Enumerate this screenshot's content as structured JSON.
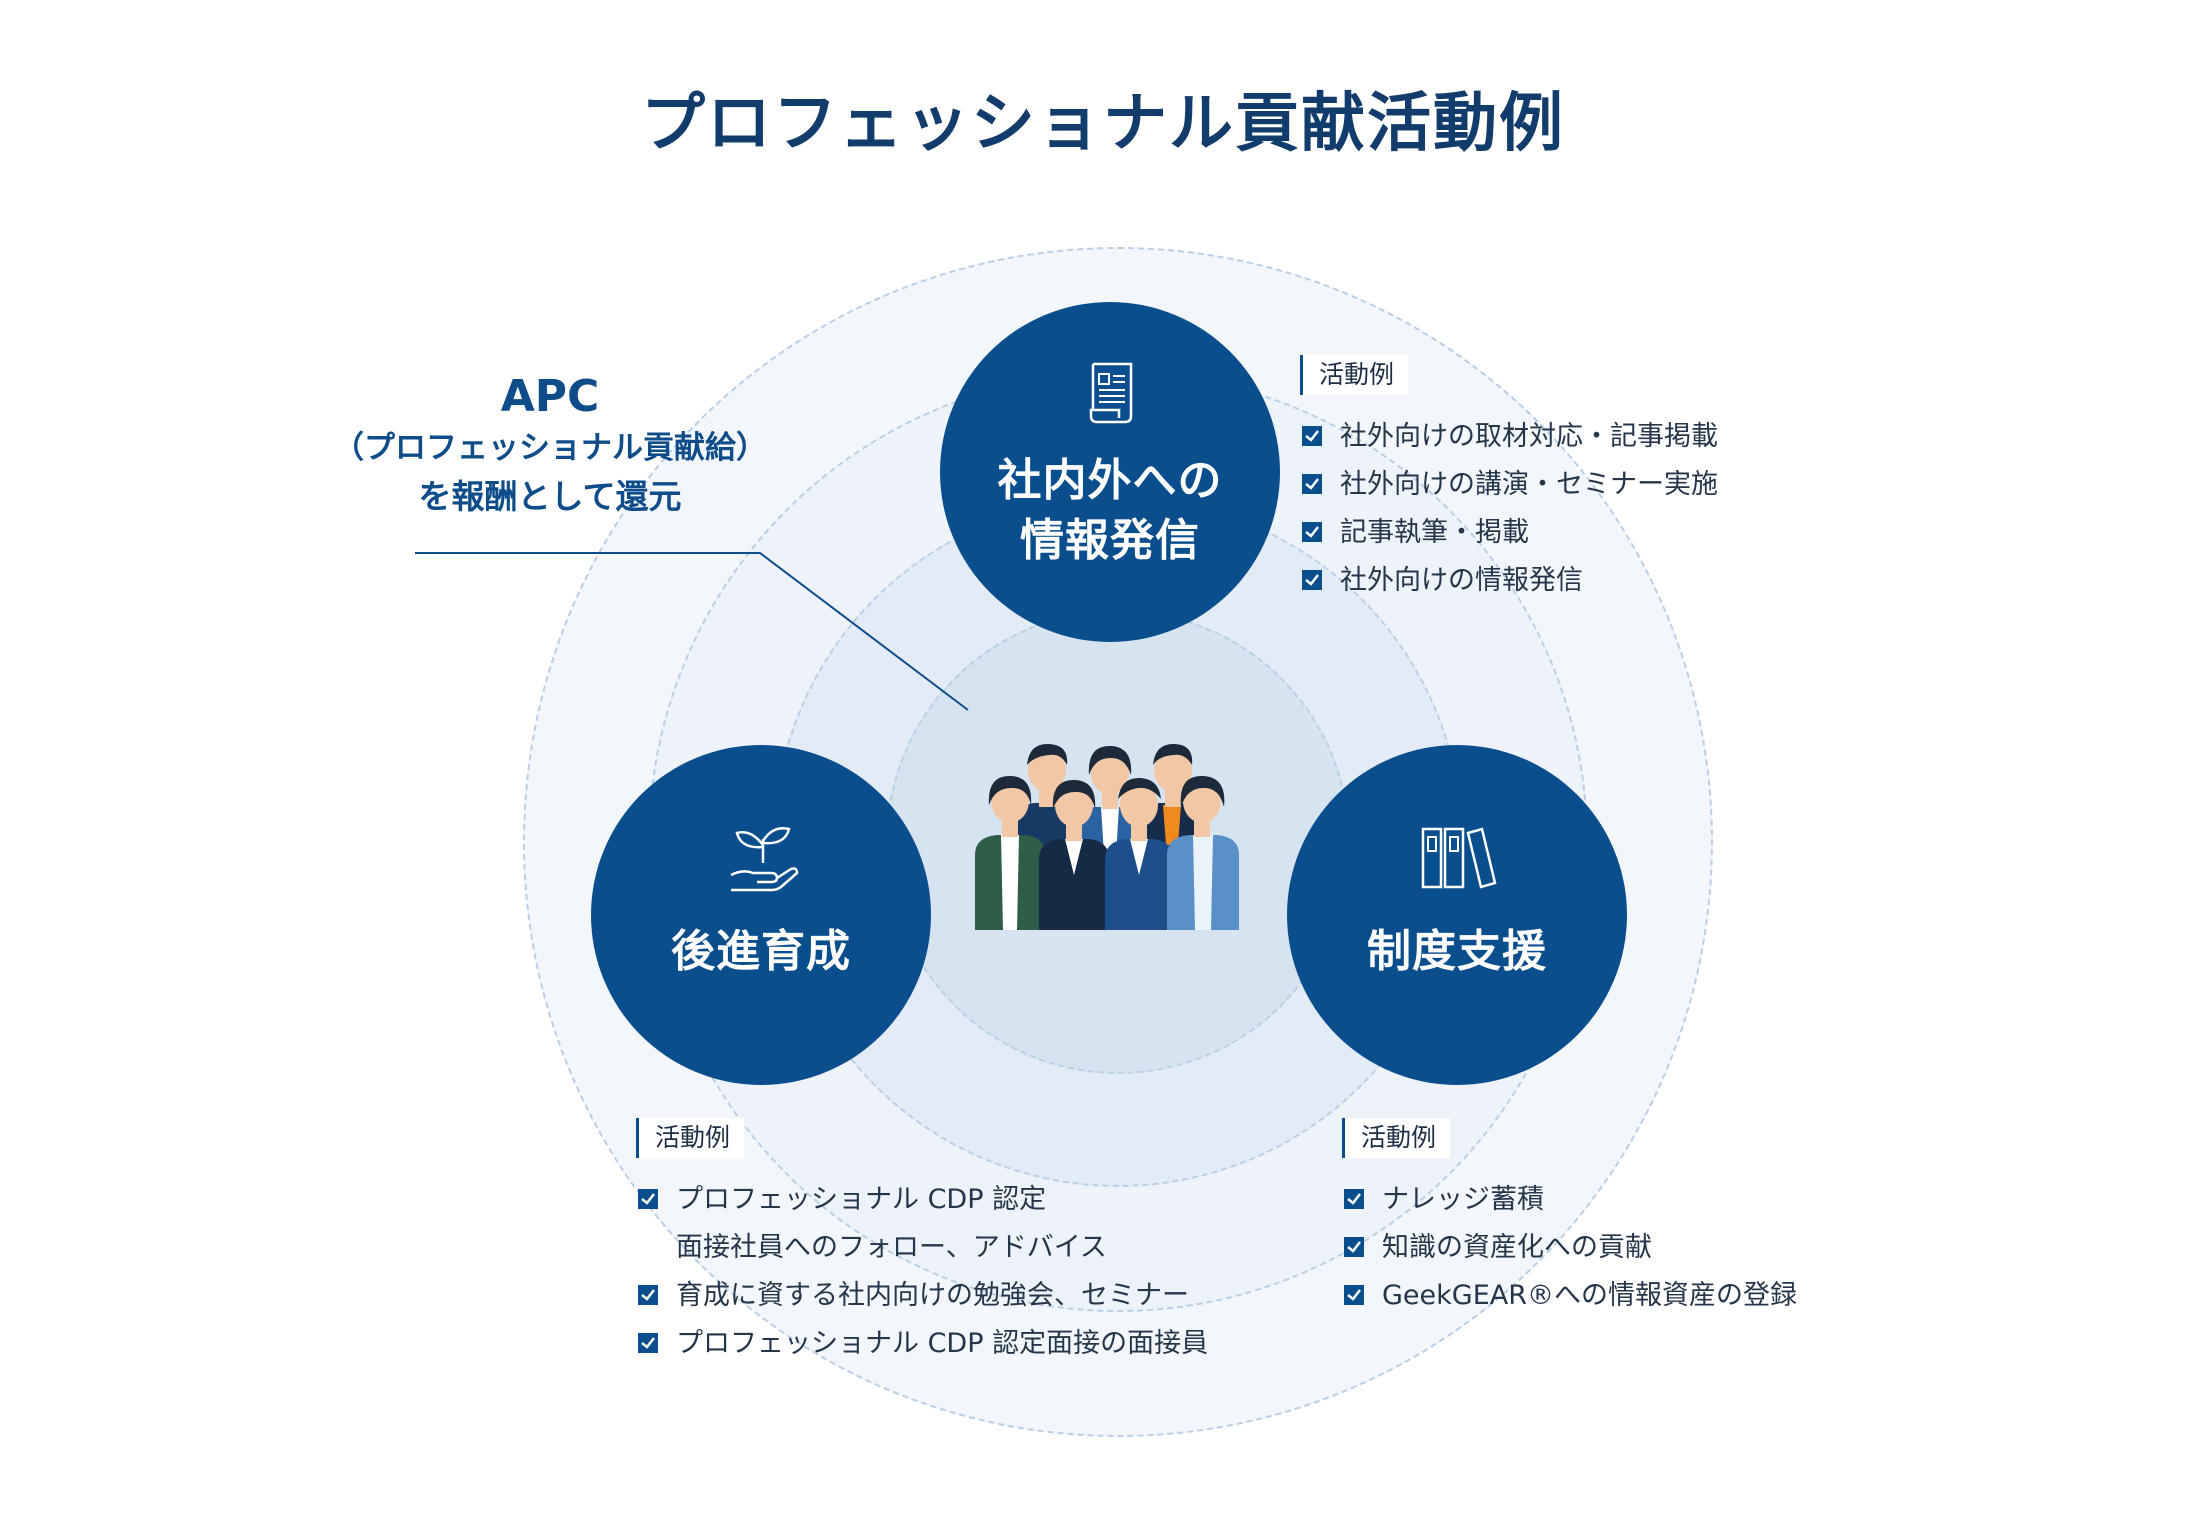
{
  "title": "プロフェッショナル貢献活動例",
  "apc": {
    "line1": "APC",
    "line2": "（プロフェッショナル貢献給）",
    "line3": "を報酬として還元"
  },
  "circles": {
    "top": {
      "line1": "社内外への",
      "line2": "情報発信",
      "icon": "document-scroll-icon"
    },
    "left": {
      "line1": "後進育成",
      "icon": "sprout-hand-icon"
    },
    "right": {
      "line1": "制度支援",
      "icon": "binders-icon"
    }
  },
  "center_icon": "team-people-icon",
  "activities": {
    "top": {
      "heading": "活動例",
      "items": [
        "社外向けの取材対応・記事掲載",
        "社外向けの講演・セミナー実施",
        "記事執筆・掲載",
        "社外向けの情報発信"
      ]
    },
    "left": {
      "heading": "活動例",
      "item0_line1": "プロフェッショナル CDP 認定",
      "item0_line2": "面接社員へのフォロー、アドバイス",
      "item1": "育成に資する社内向けの勉強会、セミナー",
      "item2": "プロフェッショナル CDP 認定面接の面接員"
    },
    "right": {
      "heading": "活動例",
      "items": [
        "ナレッジ蓄積",
        "知識の資産化への貢献",
        "GeekGEAR®への情報資産の登録"
      ]
    }
  },
  "colors": {
    "primary": "#0b4e8e",
    "ring_fill_outer": "#f3f7fb",
    "ring_fill_mid": "#e6eef7",
    "ring_fill_inner": "#d6e4f2",
    "accent_orange": "#f08a1c",
    "accent_green": "#2f5e48"
  }
}
